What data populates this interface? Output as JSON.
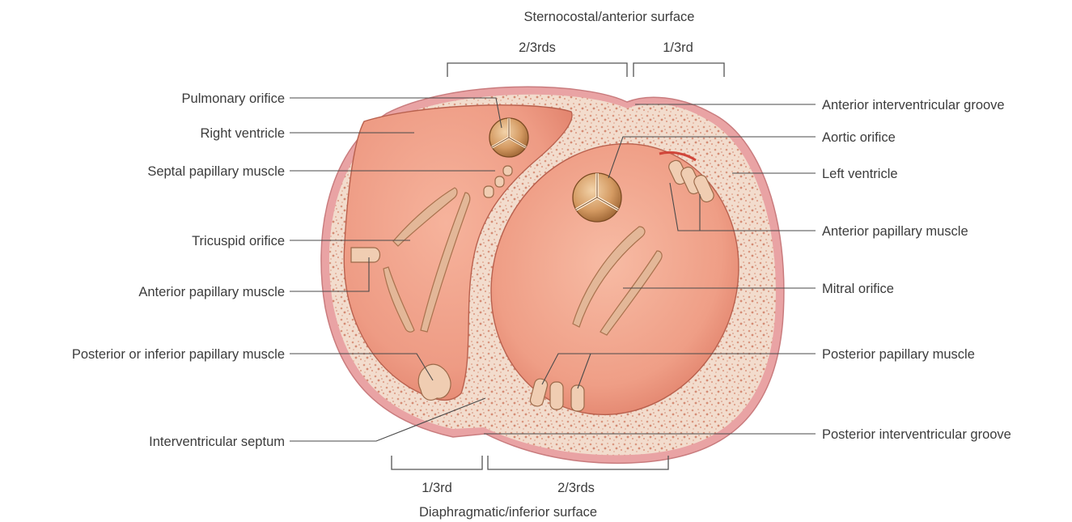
{
  "top": {
    "surface_label": "Sternocostal/anterior surface",
    "left_fraction": "2/3rds",
    "right_fraction": "1/3rd"
  },
  "bottom": {
    "left_fraction": "1/3rd",
    "right_fraction": "2/3rds",
    "surface_label": "Diaphragmatic/inferior surface"
  },
  "labels_left": {
    "pulmonary_orifice": "Pulmonary orifice",
    "right_ventricle": "Right ventricle",
    "septal_papillary_muscle": "Septal papillary muscle",
    "tricuspid_orifice": "Tricuspid orifice",
    "anterior_papillary_muscle": "Anterior papillary muscle",
    "posterior_papillary_muscle": "Posterior or inferior papillary muscle",
    "interventricular_septum": "Interventricular septum"
  },
  "labels_right": {
    "anterior_interventricular_groove": "Anterior interventricular groove",
    "aortic_orifice": "Aortic orifice",
    "left_ventricle": "Left ventricle",
    "anterior_papillary_muscle": "Anterior papillary muscle",
    "mitral_orifice": "Mitral orifice",
    "posterior_papillary_muscle": "Posterior papillary muscle",
    "posterior_interventricular_groove": "Posterior interventricular groove"
  },
  "colors": {
    "outer_wall": "#e9a3a4",
    "myocardium": "#f1ddd0",
    "myocardium_speckle": "#d9967f",
    "cavity": "#ee9b84",
    "cavity_dark": "#e07e67",
    "papillary": "#e9c1a6",
    "valve": "#c7874f"
  }
}
